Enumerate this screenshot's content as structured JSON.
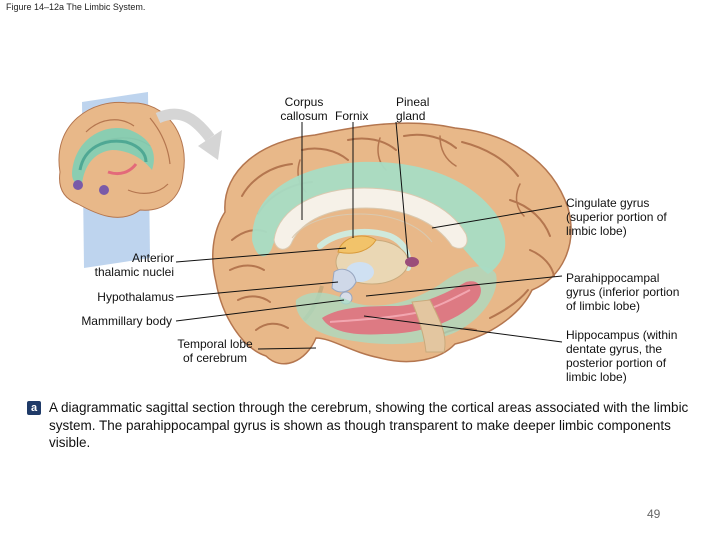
{
  "figure_title": "Figure 14–12a The Limbic System.",
  "labels": {
    "corpus_callosum": "Corpus\ncallosum",
    "fornix": "Fornix",
    "pineal_gland": "Pineal\ngland",
    "cingulate_gyrus": "Cingulate gyrus\n(superior portion of\nlimbic lobe)",
    "anterior_thalamic_nuclei": "Anterior\nthalamic nuclei",
    "parahippocampal_gyrus": "Parahippocampal\ngyrus (inferior portion\nof limbic lobe)",
    "hypothalamus": "Hypothalamus",
    "mammillary_body": "Mammillary body",
    "temporal_lobe": "Temporal lobe\nof cerebrum",
    "hippocampus": "Hippocampus (within\ndentate gyrus, the\nposterior portion of\nlimbic lobe)"
  },
  "badge": "a",
  "caption": "A diagrammatic sagittal section through the cerebrum, showing the cortical areas associated with the limbic system. The parahippocampal gyrus is shown as though transparent to make deeper limbic components visible.",
  "page_number": "49",
  "colors": {
    "cortex": "#e8b889",
    "sulcus": "#b4764f",
    "limbic_lobe": "#a8dcc4",
    "white_matter": "#f6f1e8",
    "hippocampus": "#e36a7a",
    "thalamic_nuclei": "#f2c36a",
    "pineal": "#9a4d7a",
    "plane": "#a8c6e8",
    "arrow": "#d5d5d5"
  }
}
